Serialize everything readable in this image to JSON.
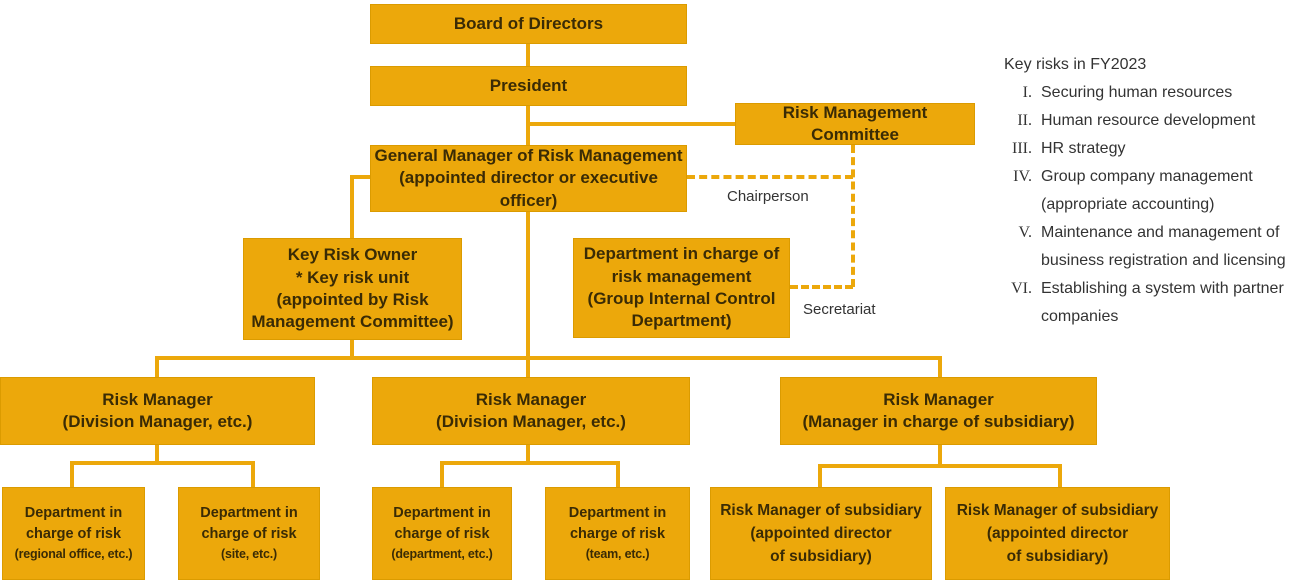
{
  "colors": {
    "amber": "#ECA80B",
    "box_border": "#DB9B00",
    "box_text": "#3A2B05",
    "label_text": "#333333",
    "background": "#FFFFFF"
  },
  "nodes": {
    "board": {
      "lines": [
        "Board of Directors"
      ]
    },
    "president": {
      "lines": [
        "President"
      ]
    },
    "rmc": {
      "lines": [
        "Risk Management Committee"
      ]
    },
    "gm": {
      "lines": [
        "General Manager of Risk Management",
        "(appointed director or executive officer)"
      ]
    },
    "kro": {
      "lines": [
        "Key Risk Owner",
        "* Key risk unit",
        "(appointed by Risk",
        "Management Committee)"
      ]
    },
    "dept": {
      "lines": [
        "Department in charge of",
        "risk management",
        "(Group Internal Control",
        "Department)"
      ]
    },
    "rm1": {
      "lines": [
        "Risk Manager",
        "(Division Manager, etc.)"
      ]
    },
    "rm2": {
      "lines": [
        "Risk Manager",
        "(Division Manager, etc.)"
      ]
    },
    "rm3": {
      "lines": [
        "Risk Manager",
        "(Manager in charge of subsidiary)"
      ]
    },
    "d1": {
      "lines": [
        "Department in",
        "charge of risk",
        "(regional office, etc.)"
      ]
    },
    "d2": {
      "lines": [
        "Department in",
        "charge of risk",
        "(site, etc.)"
      ]
    },
    "d3": {
      "lines": [
        "Department in",
        "charge of risk",
        "(department, etc.)"
      ]
    },
    "d4": {
      "lines": [
        "Department in",
        "charge of risk",
        "(team, etc.)"
      ]
    },
    "s1": {
      "lines": [
        "Risk Manager of subsidiary",
        "(appointed director",
        "of subsidiary)"
      ]
    },
    "s2": {
      "lines": [
        "Risk Manager of subsidiary",
        "(appointed director",
        "of subsidiary)"
      ]
    }
  },
  "edge_labels": {
    "chairperson": "Chairperson",
    "secretariat": "Secretariat"
  },
  "key_risks": {
    "title": "Key risks in FY2023",
    "items": [
      {
        "numeral": "I.",
        "lines": [
          "Securing human resources"
        ]
      },
      {
        "numeral": "II.",
        "lines": [
          "Human resource development"
        ]
      },
      {
        "numeral": "III.",
        "lines": [
          "HR strategy"
        ]
      },
      {
        "numeral": "IV.",
        "lines": [
          "Group company management",
          "(appropriate accounting)"
        ]
      },
      {
        "numeral": "V.",
        "lines": [
          "Maintenance and management of",
          "business registration and licensing"
        ]
      },
      {
        "numeral": "VI.",
        "lines": [
          "Establishing a system with partner",
          "companies"
        ]
      }
    ]
  }
}
